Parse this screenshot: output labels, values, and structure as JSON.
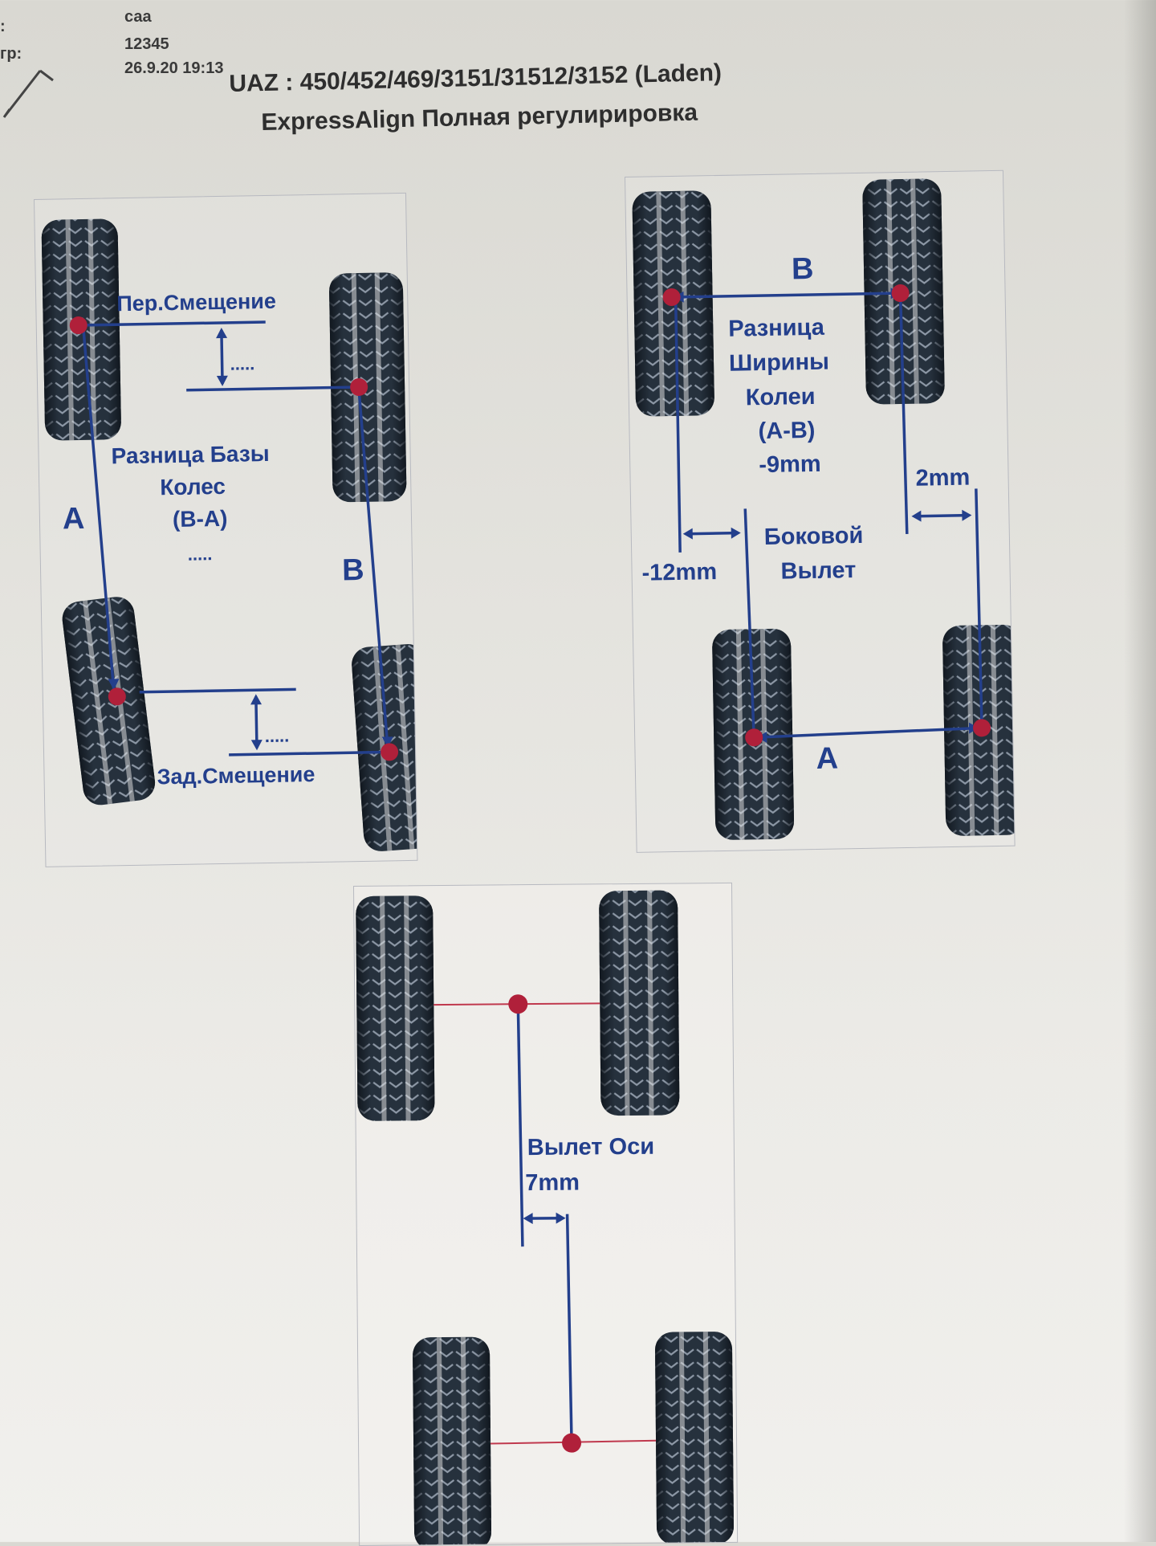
{
  "header": {
    "left_labels": [
      ":",
      "гр:"
    ],
    "operator": "саа",
    "order_number": "12345",
    "datetime": "26.9.20 19:13",
    "vehicle": "UAZ : 450/452/469/3151/31512/3152 (Laden)",
    "procedure": "ExpressAlign Полная регулирировка"
  },
  "wheelbase_panel": {
    "front_offset_label": "Пер.Смещение",
    "front_offset_value": ".....",
    "diff_label_line1": "Разница Базы",
    "diff_label_line2": "Колес",
    "diff_label_line3": "(B-A)",
    "diff_value": ".....",
    "side_a": "A",
    "side_b": "B",
    "rear_offset_label": "Зад.Смещение",
    "rear_offset_value": "....."
  },
  "track_panel": {
    "label_b": "B",
    "label_a": "A",
    "diff_line1": "Разница",
    "diff_line2": "Ширины",
    "diff_line3": "Колеи",
    "diff_line4": "(A-B)",
    "diff_value": "-9mm",
    "right_value": "2mm",
    "left_value": "-12mm",
    "lateral_line1": "Боковой",
    "lateral_line2": "Вылет"
  },
  "axle_panel": {
    "label": "Вылет Оси",
    "value": "7mm"
  },
  "colors": {
    "line_blue": "#233f8c",
    "dot_red": "#b0203a",
    "tire_dark": "#1e2630",
    "axle_red": "#c0394e"
  }
}
